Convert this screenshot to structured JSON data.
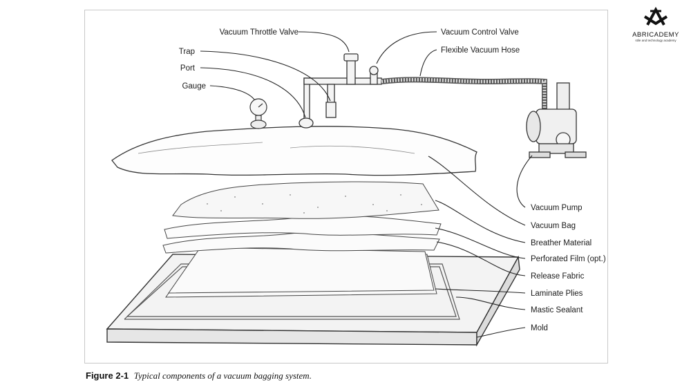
{
  "logo": {
    "brand": "ABRICADEMY",
    "tagline": "stile and technology academy"
  },
  "labels": {
    "vacuum_throttle_valve": "Vacuum Throttle Valve",
    "vacuum_control_valve": "Vacuum Control Valve",
    "flexible_vacuum_hose": "Flexible Vacuum Hose",
    "trap": "Trap",
    "port": "Port",
    "gauge": "Gauge",
    "vacuum_pump": "Vacuum Pump",
    "vacuum_bag": "Vacuum Bag",
    "breather_material": "Breather Material",
    "perforated_film": "Perforated Film (opt.)",
    "release_fabric": "Release Fabric",
    "laminate_plies": "Laminate Plies",
    "mastic_sealant": "Mastic Sealant",
    "mold": "Mold"
  },
  "caption": {
    "number": "Figure 2-1",
    "text": "Typical components of a vacuum bagging system."
  }
}
